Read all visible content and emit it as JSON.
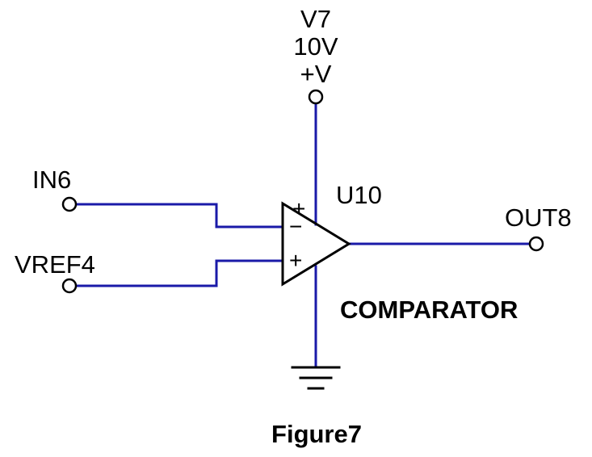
{
  "colors": {
    "wire": "#1a1aa8",
    "component": "#000000",
    "minus_sign": "#1a1aa8",
    "plus_sign": "#e00000",
    "text": "#000000"
  },
  "icons": {
    "opamp": "opamp-triangle-icon",
    "ground": "ground-symbol-icon",
    "terminal": "open-circle-terminal-icon"
  },
  "supply": {
    "name": "V7",
    "value": "10V",
    "polarity": "+V"
  },
  "inputs": {
    "in": "IN6",
    "vref": "VREF4"
  },
  "component": {
    "ref": "U10",
    "supply_pin": "+",
    "inverting": "−",
    "noninverting": "+",
    "function": "COMPARATOR"
  },
  "output": {
    "name": "OUT8"
  },
  "caption": "Figure7"
}
